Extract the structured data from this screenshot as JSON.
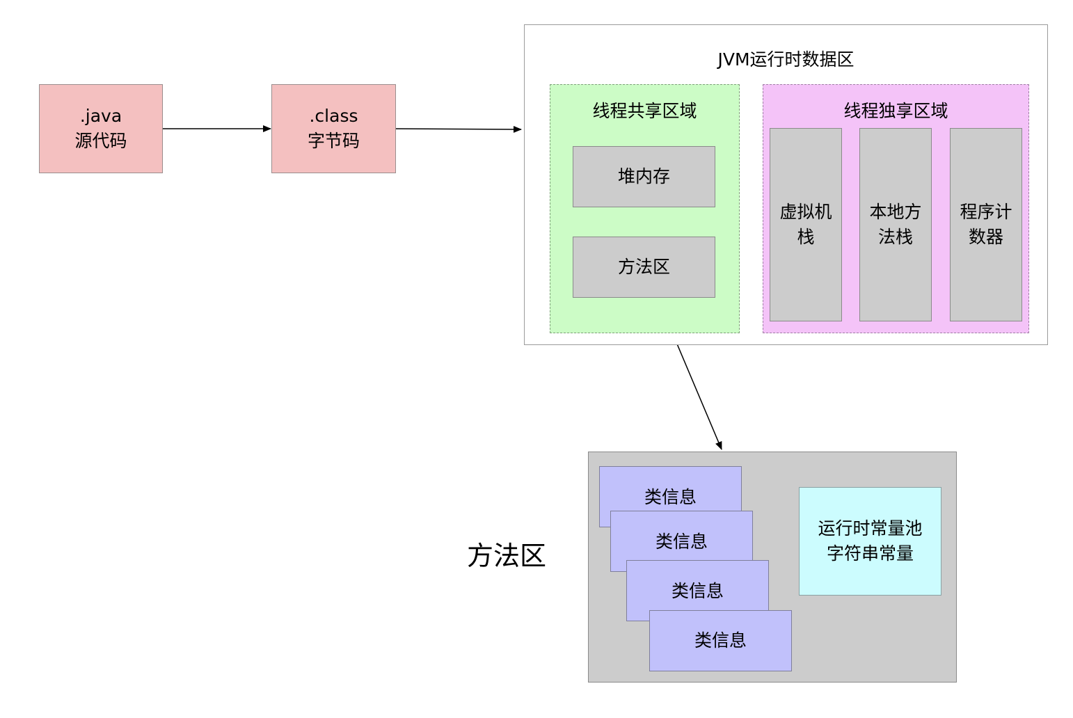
{
  "source": {
    "ext": ".java",
    "label": "源代码"
  },
  "bytecode": {
    "ext": ".class",
    "label": "字节码"
  },
  "jvm": {
    "title": "JVM运行时数据区",
    "shared": {
      "title": "线程共享区域",
      "heap": "堆内存",
      "method_area": "方法区"
    },
    "private": {
      "title": "线程独享区域",
      "vm_stack": [
        "虚拟机",
        "栈"
      ],
      "native_stack": [
        "本地方",
        "法栈"
      ],
      "pc": [
        "程序计",
        "数器"
      ]
    }
  },
  "method_area_detail": {
    "title": "方法区",
    "class_info": [
      "类信息",
      "类信息",
      "类信息",
      "类信息"
    ],
    "constant_pool": [
      "运行时常量池",
      "字符串常量"
    ]
  }
}
